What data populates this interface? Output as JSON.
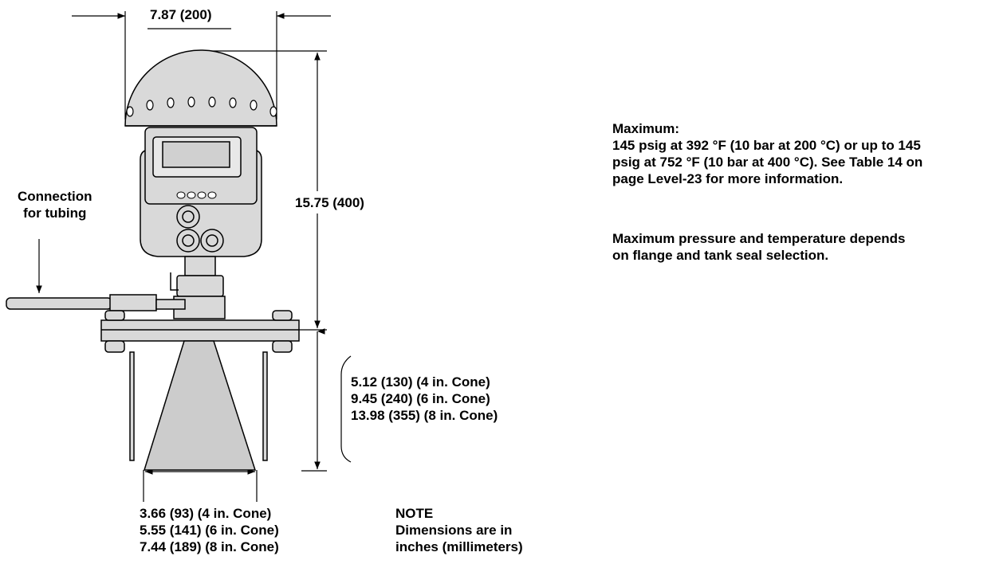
{
  "dimensions": {
    "width_top": "7.87 (200)",
    "height_total": "15.75 (400)",
    "cone_length": [
      "5.12 (130) (4 in. Cone)",
      "9.45 (240) (6 in. Cone)",
      "13.98 (355) (8 in. Cone)"
    ],
    "cone_diameter": [
      "3.66 (93) (4 in. Cone)",
      "5.55 (141) (6 in. Cone)",
      "7.44 (189) (8 in. Cone)"
    ]
  },
  "callouts": {
    "connection": [
      "Connection",
      "for tubing"
    ]
  },
  "notes": {
    "maximum_title": "Maximum:",
    "maximum_lines": [
      "145 psig at 392 °F (10 bar at 200 °C) or up to 145",
      "psig at 752 °F (10 bar at 400 °C). See Table 14 on",
      "page Level-23 for more information."
    ],
    "pressure_lines": [
      "Maximum pressure and temperature depends",
      "on flange and tank seal selection."
    ],
    "note_title": "NOTE",
    "note_lines": [
      "Dimensions are in",
      "inches (millimeters)"
    ]
  },
  "colors": {
    "body_fill": "#d9d9d9",
    "cone_fill": "#cccccc",
    "line": "#000000"
  }
}
